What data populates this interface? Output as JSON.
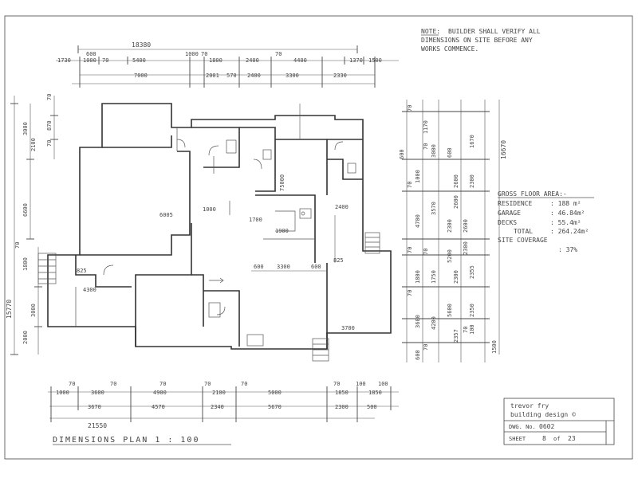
{
  "note": {
    "title": "NOTE:",
    "lines": [
      "BUILDER SHALL VERIFY ALL",
      "DIMENSIONS ON SITE BEFORE ANY",
      "WORKS COMMENCE."
    ]
  },
  "top_dims": {
    "overall": "18380",
    "row_a": [
      "600",
      "1000",
      "70",
      "70"
    ],
    "row_b": [
      "1730",
      "1000",
      "70",
      "5400",
      "1800",
      "2400",
      "4400",
      "1370",
      "1500"
    ],
    "row_c": [
      "7000",
      "2001",
      "570",
      "2400",
      "3300",
      "2330"
    ]
  },
  "left_dims": {
    "overall": "15770",
    "upper": [
      "70",
      "3000",
      "2100",
      "870",
      "70",
      "6600"
    ],
    "lower": [
      "1800",
      "70",
      "3000",
      "2000"
    ]
  },
  "plan_labels": {
    "w1": "6005",
    "w2": "1000",
    "w3": "2400",
    "w4": "1700",
    "w5": "1900",
    "w6": "3700",
    "w7": "4300",
    "w8": "75000",
    "row": [
      "600",
      "3300",
      "600"
    ],
    "small": [
      "825",
      "825"
    ]
  },
  "right_dims": {
    "overall": "16670",
    "col1": [
      "600",
      "70",
      "1000",
      "70",
      "4700",
      "70",
      "1800",
      "70",
      "3600",
      "600"
    ],
    "col2": [
      "3000",
      "1170",
      "70",
      "3570",
      "70",
      "1750",
      "4200",
      "70"
    ],
    "col3": [
      "600",
      "2600",
      "2300",
      "2600",
      "5600",
      "2300",
      "5200",
      "2357"
    ],
    "col4": [
      "1670",
      "2300",
      "2600",
      "2355",
      "2300",
      "2350",
      "70",
      "100",
      "1500"
    ]
  },
  "areas": {
    "title": "GROSS FLOOR AREA:-",
    "rows": [
      {
        "label": "RESIDENCE",
        "value": ": 188 m²"
      },
      {
        "label": "GARAGE",
        "value": ": 46.84m²"
      },
      {
        "label": "DECKS",
        "value": ": 55.4m²"
      },
      {
        "label": "TOTAL",
        "value": ": 264.24m²"
      }
    ],
    "coverage_label": "SITE COVERAGE",
    "coverage_value": ": 37%"
  },
  "bottom_dims": {
    "top_row": [
      "70",
      "70",
      "70",
      "70",
      "70",
      "70",
      "100",
      "100"
    ],
    "row_a": [
      "1000",
      "3600",
      "4900",
      "2100",
      "5000",
      "1850",
      "1850"
    ],
    "row_b": [
      "3670",
      "4570",
      "2340",
      "5670",
      "2300",
      "500"
    ],
    "overall": "21550"
  },
  "plan_title": "DIMENSIONS PLAN   1 : 100",
  "title_block": {
    "company_line1": "trevor fry",
    "company_line2": "building design ©",
    "dwg_label": "DWG. No.",
    "dwg_value": "0602",
    "sheet_label": "SHEET",
    "sheet_value": "8",
    "sheet_of": "of",
    "sheet_total": "23"
  }
}
